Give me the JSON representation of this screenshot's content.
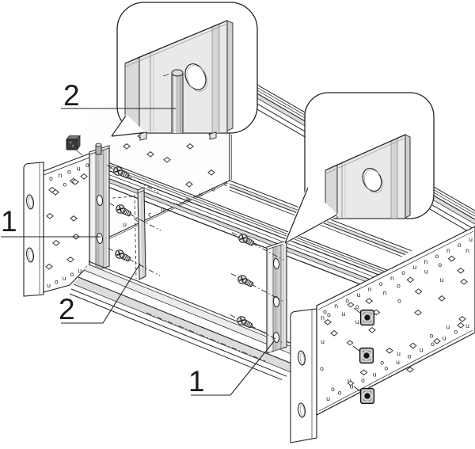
{
  "figure": {
    "kind": "exploded-assembly-technical-drawing",
    "description": "Subrack chassis with mounting profiles, fastening screws and two detail callouts",
    "colors": {
      "line": "#222222",
      "white": "#ffffff",
      "metal_light": "#e9e9e9",
      "metal_mid": "#cfcfcf",
      "metal_shade": "#d9d9d9",
      "metal_dark": "#8f8f8f",
      "nut_dark": "#3a3a3a"
    },
    "labels": {
      "detail_top": "2",
      "profile_left": "1",
      "pin_exploded": "2",
      "profile_right": "1"
    },
    "callouts": {
      "left": "profile-channel-with-guide-pin-detail",
      "right": "profile-channel-hole-detail"
    }
  }
}
